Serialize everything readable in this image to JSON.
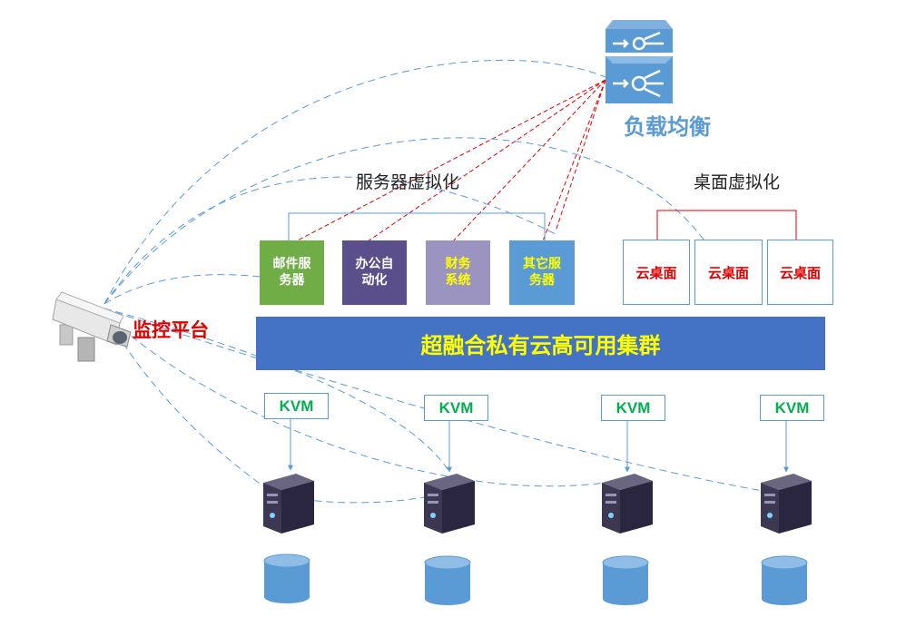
{
  "load_balancer": {
    "label": "负载均衡",
    "icon": "load-balancer-icon"
  },
  "monitor": {
    "label": "监控平台",
    "icon": "security-camera-icon"
  },
  "server_virtualization": {
    "title": "服务器虚拟化",
    "services": [
      {
        "label": "邮件服务器",
        "color": "#70ad47",
        "text_color": "#ffffff"
      },
      {
        "label": "办公自动化",
        "color": "#5a4f8a",
        "text_color": "#ffffff"
      },
      {
        "label": "财务系统",
        "color": "#9c94c0",
        "text_color": "#ffff00"
      },
      {
        "label": "其它服务器",
        "color": "#5b9bd5",
        "text_color": "#ffff00"
      }
    ]
  },
  "desktop_virtualization": {
    "title": "桌面虚拟化",
    "desktops": [
      {
        "label": "云桌面"
      },
      {
        "label": "云桌面"
      },
      {
        "label": "云桌面"
      }
    ]
  },
  "cluster": {
    "label": "超融合私有云高可用集群",
    "color": "#4472c4",
    "text_color": "#ffff00"
  },
  "nodes": [
    {
      "kvm": "KVM"
    },
    {
      "kvm": "KVM"
    },
    {
      "kvm": "KVM"
    },
    {
      "kvm": "KVM"
    }
  ],
  "colors": {
    "link_blue": "#5b9bd5",
    "link_red": "#e00000",
    "title_blue": "#5b9bd5",
    "monitor_red": "#e00000"
  }
}
